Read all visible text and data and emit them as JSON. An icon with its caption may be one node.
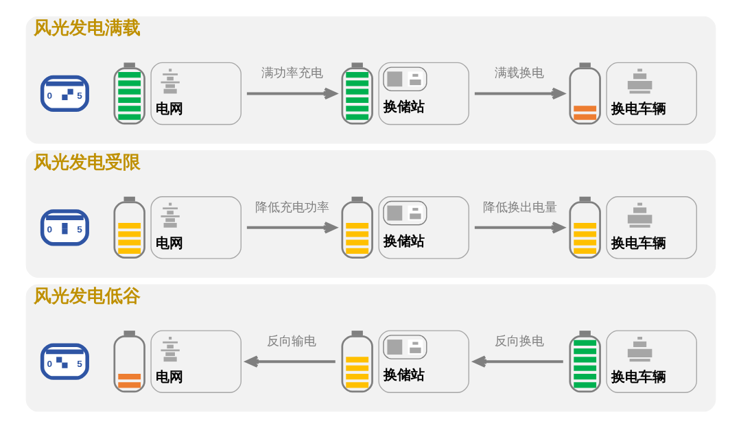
{
  "diagram": {
    "nodes": [
      {
        "text": [
          "风光发电满载"
        ]
      },
      {
        "text": [
          "电网"
        ],
        "in": 0
      },
      {
        "text": [
          "换储站"
        ],
        "in": 0
      },
      {
        "text": [
          "换电车辆"
        ],
        "in": 0
      },
      {
        "text": [
          "风光发电受限"
        ]
      },
      {
        "text": [
          "电网"
        ],
        "in": 4
      },
      {
        "text": [
          "换储站"
        ],
        "in": 4
      },
      {
        "text": [
          "换电车辆"
        ],
        "in": 4
      },
      {
        "text": [
          "风光发电低谷"
        ]
      },
      {
        "text": [
          "电网"
        ],
        "in": 8
      },
      {
        "text": [
          "换储站"
        ],
        "in": 8
      },
      {
        "text": [
          "换电车辆"
        ],
        "in": 8
      }
    ],
    "edges": [
      {
        "from": 1,
        "to": 2,
        "arrow": "to",
        "label": "满功率充电"
      },
      {
        "from": 2,
        "to": 3,
        "arrow": "to",
        "label": "满载换电"
      },
      {
        "from": 5,
        "to": 6,
        "arrow": "to",
        "label": "降低充电功率"
      },
      {
        "from": 6,
        "to": 7,
        "arrow": "to",
        "label": "降低换出电量"
      },
      {
        "from": 10,
        "to": 9,
        "arrow": "to",
        "label": "反向输电"
      },
      {
        "from": 11,
        "to": 10,
        "arrow": "to",
        "label": "反向换电"
      }
    ],
    "labels": [
      "0",
      "5",
      "0",
      "5",
      "0",
      "5"
    ]
  }
}
